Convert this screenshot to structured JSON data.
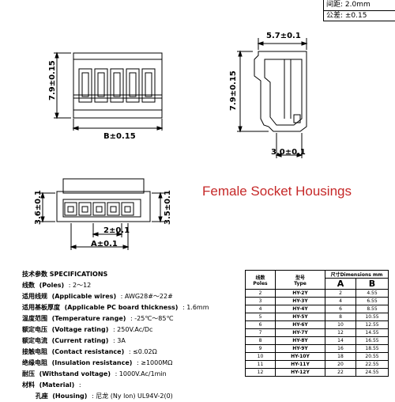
{
  "corner": {
    "pitch": "间距: 2.0mm",
    "tolerance": "公差: ±0.15"
  },
  "dims": {
    "front_height": "7.9±0.15",
    "front_width": "B±0.15",
    "side_top": "5.7±0.1",
    "side_height": "7.9±0.15",
    "side_bottom": "3.0±0.1",
    "bottom_left": "3.6±0.1",
    "bottom_right": "3.5±0.1",
    "bottom_pitch": "2±0.1",
    "bottom_a": "A±0.1"
  },
  "title": "Female Socket Housings",
  "spec": {
    "heading": "技术参数 SPECIFICATIONS",
    "rows": [
      {
        "label": "线数  (Poles)  ",
        "value": ": 2～12"
      },
      {
        "label": "适用线规  (Applicable wires)  ",
        "value": ": AWG28#～22#"
      },
      {
        "label": "适用基板厚度  (Applicable PC board thickness)  ",
        "value": ": 1.6mm"
      },
      {
        "label": "温度范围  (Temperature range)  ",
        "value": ": -25℃～85℃"
      },
      {
        "label": "额定电压  (Voltage rating)  ",
        "value": ": 250V.Ac/Dc"
      },
      {
        "label": "额定电流  (Current rating)  ",
        "value": ": 3A"
      },
      {
        "label": "接触电阻  (Contact resistance)  ",
        "value": ": ≤0.02Ω"
      },
      {
        "label": "绝缘电阻  (Insulation resistance)  ",
        "value": ": ≥1000MΩ"
      },
      {
        "label": "耐压  (Withstand voltage)  ",
        "value": ": 1000V.Ac/1min"
      },
      {
        "label": "材料  (Material)  ",
        "value": ":"
      },
      {
        "label": "      孔座  (Housing)  ",
        "value": ": 尼龙  (Ny lon) UL94V-2(0)"
      }
    ]
  },
  "table": {
    "h_poles": "线数",
    "h_poles_en": "Poles",
    "h_type": "型号",
    "h_type_en": "Type",
    "h_dim": "尺寸Dimensions",
    "h_mm": "mm",
    "h_a": "A",
    "h_b": "B",
    "rows": [
      [
        "2",
        "HY-2Y",
        "2",
        "4.55"
      ],
      [
        "3",
        "HY-3Y",
        "4",
        "6.55"
      ],
      [
        "4",
        "HY-4Y",
        "6",
        "8.55"
      ],
      [
        "5",
        "HY-5Y",
        "8",
        "10.55"
      ],
      [
        "6",
        "HY-6Y",
        "10",
        "12.55"
      ],
      [
        "7",
        "HY-7Y",
        "12",
        "14.55"
      ],
      [
        "8",
        "HY-8Y",
        "14",
        "16.55"
      ],
      [
        "9",
        "HY-9Y",
        "16",
        "18.55"
      ],
      [
        "10",
        "HY-10Y",
        "18",
        "20.55"
      ],
      [
        "11",
        "HY-11Y",
        "20",
        "22.55"
      ],
      [
        "12",
        "HY-12Y",
        "22",
        "24.55"
      ]
    ]
  }
}
